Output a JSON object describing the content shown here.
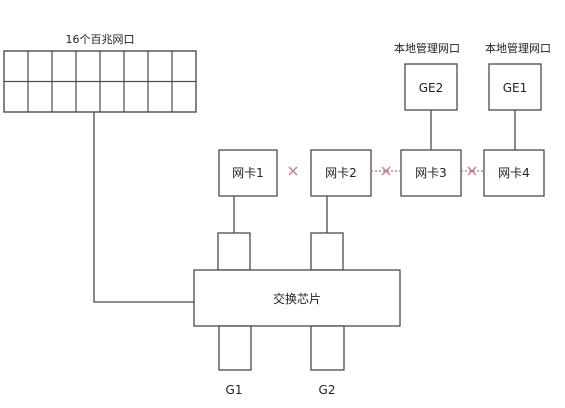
{
  "diagram": {
    "port_array_label": "16个百兆网口",
    "local_mgmt_label_left": "本地管理网口",
    "local_mgmt_label_right": "本地管理网口",
    "ge2_label": "GE2",
    "ge1_label": "GE1",
    "nic1_label": "网卡1",
    "nic2_label": "网卡2",
    "nic3_label": "网卡3",
    "nic4_label": "网卡4",
    "switch_chip_label": "交换芯片",
    "g1_label": "G1",
    "g2_label": "G2",
    "port_grid": {
      "columns": 8,
      "rows": 2
    },
    "colors": {
      "stroke": "#4a4a4a",
      "link_mark": "#d07a7a"
    }
  }
}
